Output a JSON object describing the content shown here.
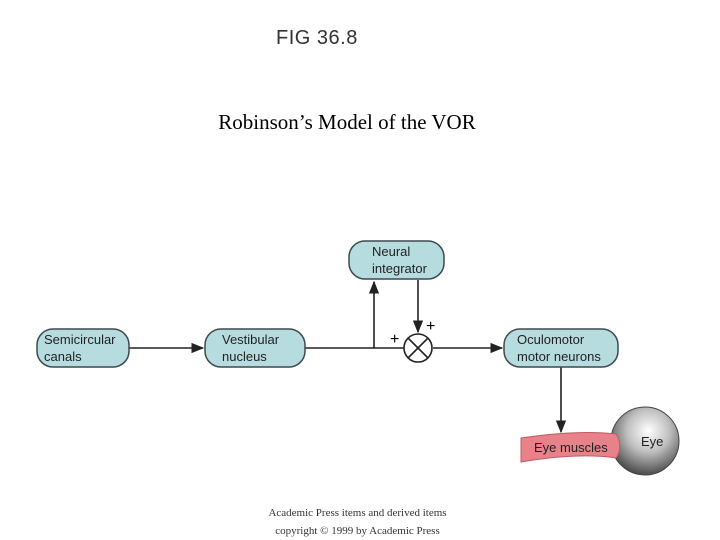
{
  "figure_label": "FIG 36.8",
  "title": "Robinson’s Model of the VOR",
  "nodes": {
    "semicircular_canals": [
      "Semicircular",
      "canals"
    ],
    "vestibular_nucleus": [
      "Vestibular",
      "nucleus"
    ],
    "neural_integrator": [
      "Neural",
      "integrator"
    ],
    "oculomotor_neurons": [
      "Oculomotor",
      "motor neurons"
    ],
    "eye_muscles": "Eye muscles",
    "eye": "Eye"
  },
  "summing_junction": {
    "left_sign": "+",
    "top_sign": "+"
  },
  "colors": {
    "box_fill": "#b7dcdf",
    "box_stroke": "#3d4a4f",
    "muscle_fill": "#e8828a",
    "arrow": "#222222"
  },
  "credit": [
    "Academic Press items and derived items",
    "copyright © 1999 by Academic Press"
  ]
}
